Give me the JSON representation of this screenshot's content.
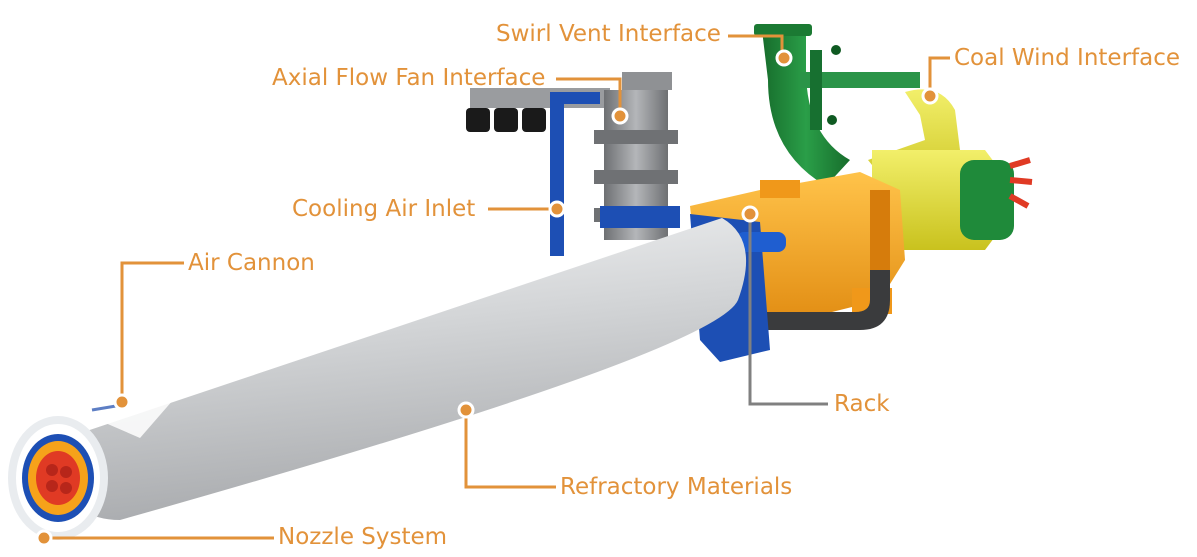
{
  "colors": {
    "callout": "#e2923a",
    "callout_rack": "#808080",
    "barrel": "#d2d4d6",
    "rack_blue": "#1d4fb4",
    "housing_orange": "#f6a21a",
    "interface_yellow": "#e3df35",
    "vent_green": "#1f8a3a",
    "fan_gray": "#8a8c8f",
    "tip_red": "#e03a24"
  },
  "callouts": [
    {
      "id": "swirl-vent-interface",
      "label": "Swirl Vent Interface"
    },
    {
      "id": "axial-flow-fan-interface",
      "label": "Axial Flow Fan Interface"
    },
    {
      "id": "coal-wind-interface",
      "label": "Coal Wind Interface"
    },
    {
      "id": "cooling-air-inlet",
      "label": "Cooling Air Inlet"
    },
    {
      "id": "air-cannon",
      "label": "Air Cannon"
    },
    {
      "id": "rack",
      "label": "Rack"
    },
    {
      "id": "refractory-materials",
      "label": "Refractory Materials"
    },
    {
      "id": "nozzle-system",
      "label": "Nozzle System"
    }
  ]
}
